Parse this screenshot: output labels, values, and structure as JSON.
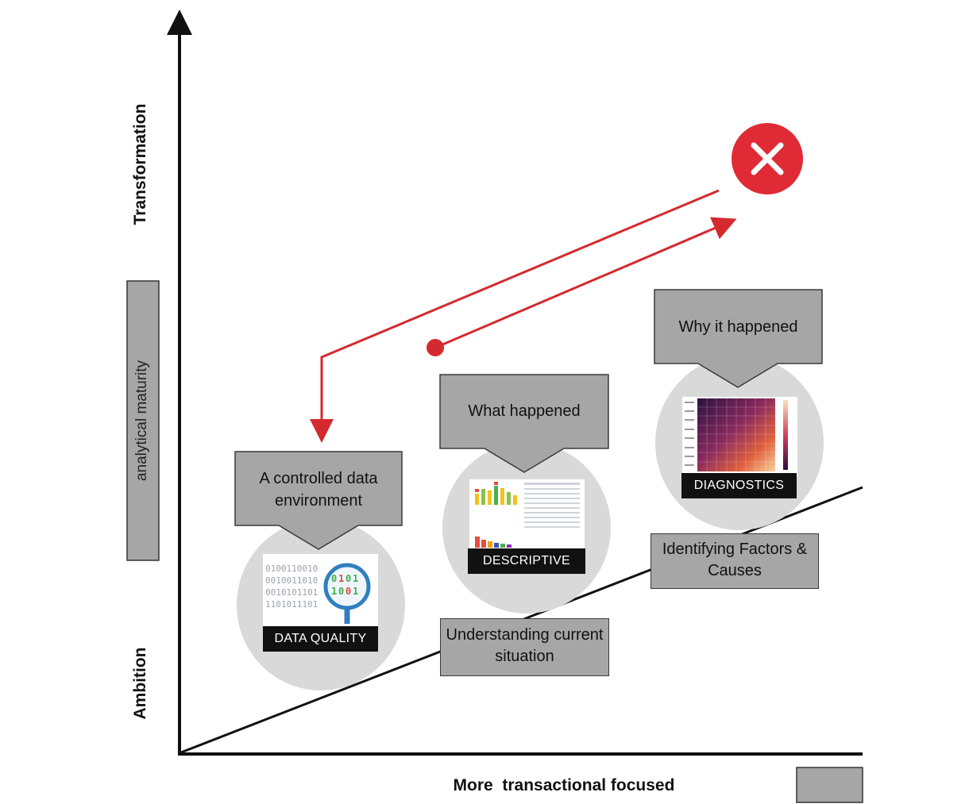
{
  "axes": {
    "y_top_label": "Transformation",
    "y_bottom_label": "Ambition",
    "y_middle_label": "analytical maturity",
    "x_label": "More  transactional focused"
  },
  "stages": [
    {
      "callout": "A controlled data environment",
      "tag": "DATA QUALITY",
      "description": ""
    },
    {
      "callout": "What happened",
      "tag": "DESCRIPTIVE",
      "description": "Understanding current situation"
    },
    {
      "callout": "Why it happened",
      "tag": "DIAGNOSTICS",
      "description": "Identifying Factors & Causes"
    }
  ],
  "binary_rows": [
    "0100110010",
    "0010011010",
    "0010101101",
    "1101011101"
  ],
  "colors": {
    "arrow_red": "#d42a2f",
    "fail_circle": "#e02a35",
    "callout_gray": "#a6a6a6",
    "bubble_gray": "#d9d9d9",
    "tag_black": "#111111"
  },
  "icons": [
    "fail-x-icon",
    "magnifier-icon",
    "dashboard-thumbnail",
    "heatmap-thumbnail"
  ]
}
